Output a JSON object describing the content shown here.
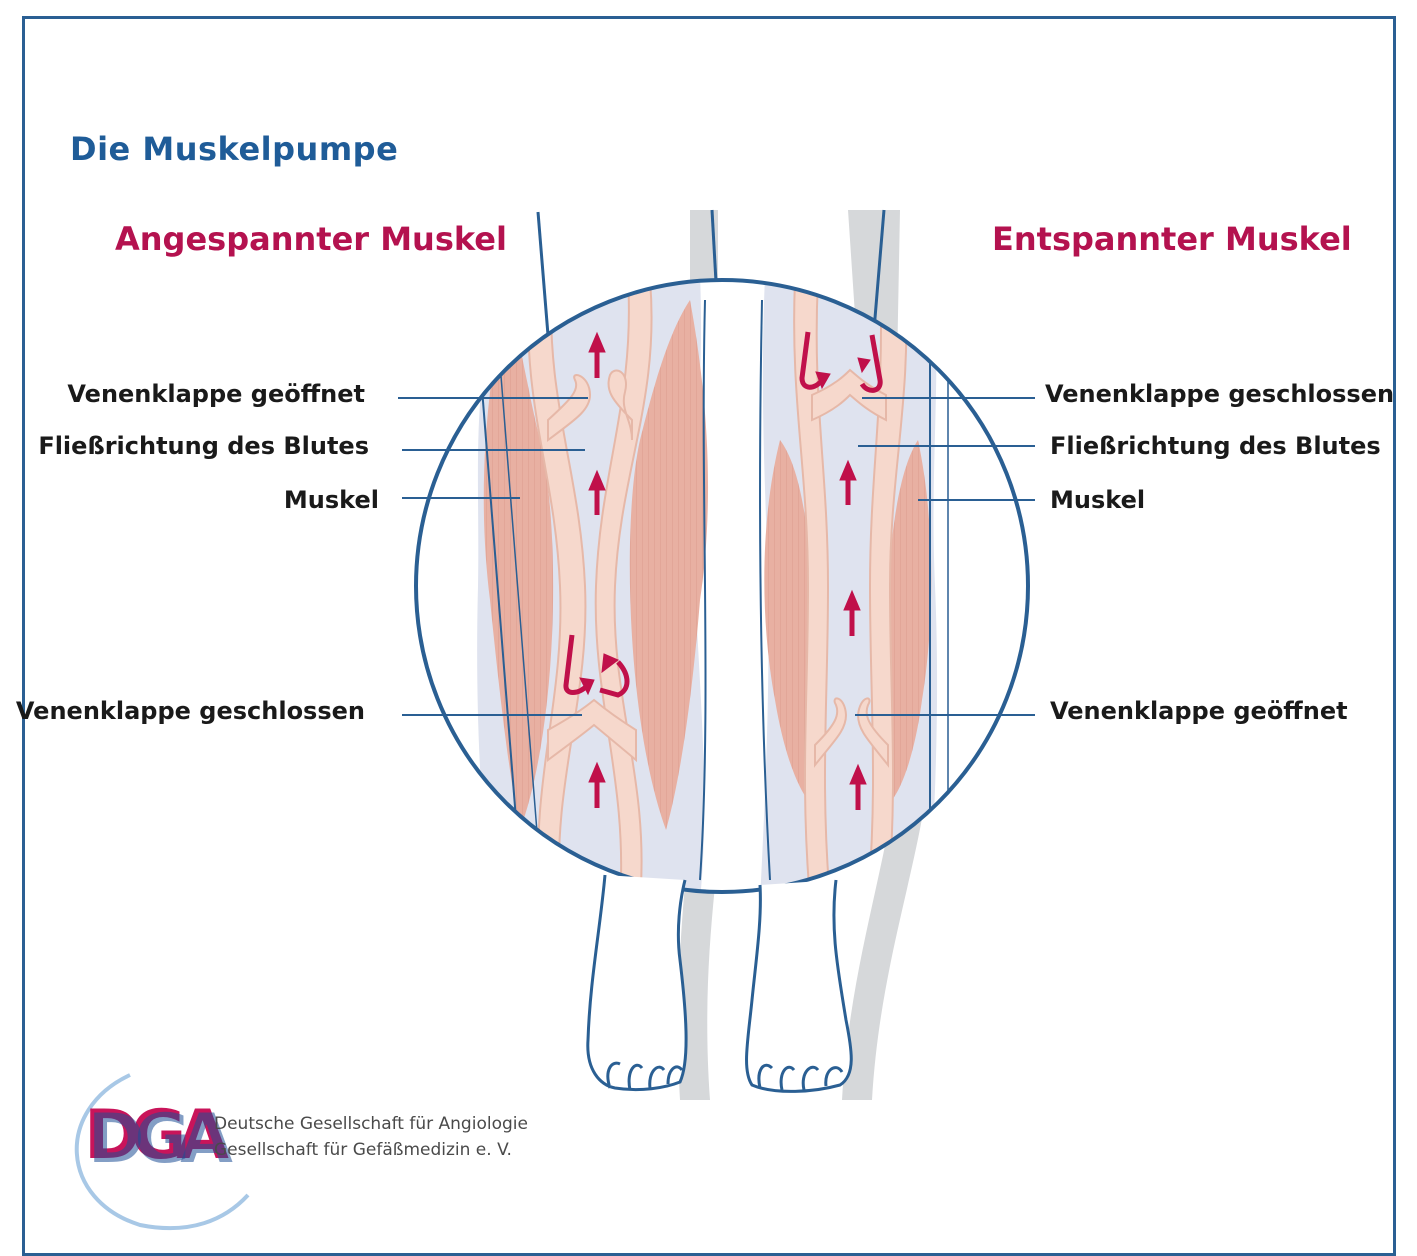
{
  "title": "Die Muskelpumpe",
  "left_heading": "Angespannter Muskel",
  "right_heading": "Entspannter Muskel",
  "left_labels": {
    "valve_open": "Venenklappe geöffnet",
    "flow": "Fließrichtung des Blutes",
    "muscle": "Muskel",
    "valve_closed": "Venenklappe geschlossen"
  },
  "right_labels": {
    "valve_closed": "Venenklappe geschlossen",
    "flow": "Fließrichtung des Blutes",
    "muscle": "Muskel",
    "valve_open": "Venenklappe geöffnet"
  },
  "logo": {
    "initials": "DGA",
    "line1": "Deutsche Gesellschaft für Angiologie",
    "line2": "Gesellschaft für Gefäßmedizin e. V."
  },
  "colors": {
    "title_blue": "#1f5c98",
    "heading_red": "#b4124f",
    "arrow_red": "#c0104a",
    "muscle_pink": "#e8b0a2",
    "vein_wall": "#f6d8cc",
    "blood_lavender": "#dfe3ef",
    "outline_blue": "#2a5f93"
  }
}
